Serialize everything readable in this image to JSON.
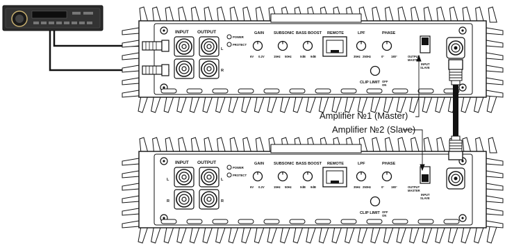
{
  "captions": {
    "master": "Amplifier №1 (Master)",
    "slave": "Amplifier №2 (Slave)"
  },
  "amplifier": {
    "input": "INPUT",
    "output": "OUTPUT",
    "power": "POWER",
    "protect": "PROTECT",
    "gain": "GAIN",
    "gain_min": "6V",
    "gain_max": "0.2V",
    "subsonic": "SUBSONIC",
    "subsonic_min": "15Hz",
    "subsonic_max": "50Hz",
    "bass_boost": "BASS BOOST",
    "bass_min": "0dB",
    "bass_max": "9dB",
    "remote": "REMOTE",
    "lpf": "LPF",
    "lpf_min": "35Hz",
    "lpf_max": "250Hz",
    "phase": "PHASE",
    "phase_min": "0°",
    "phase_max": "180°",
    "clip_limit": "CLIP LIMIT",
    "clip_off": "OFF",
    "clip_on": "ON",
    "output_mode": "OUTPUT",
    "master": "MASTER",
    "input_mode": "INPUT",
    "slave": "SLAVE",
    "left": "L",
    "right": "R"
  },
  "colors": {
    "line": "#111111",
    "cable": "#1a1a1a",
    "head_unit": "#2a2a2a",
    "accent": "#c8b070"
  }
}
